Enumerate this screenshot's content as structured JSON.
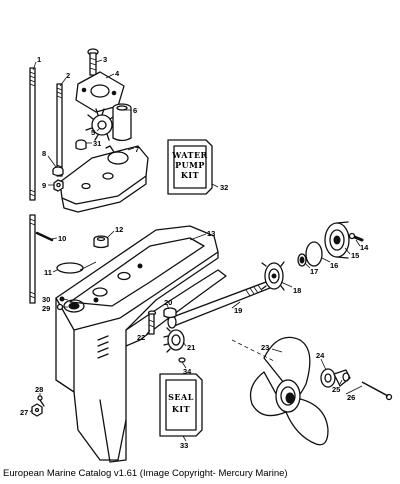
{
  "caption": "European Marine Catalog v1.61 (Image Copyright- Mercury Marine)",
  "kits": {
    "water_pump": [
      "WATER",
      "PUMP",
      "KIT"
    ],
    "seal": [
      "SEAL",
      "KIT"
    ]
  },
  "callouts": {
    "n1": "1",
    "n2": "2",
    "n3": "3",
    "n4": "4",
    "n5": "5",
    "n6": "6",
    "n7": "7",
    "n8": "8",
    "n9": "9",
    "n10": "10",
    "n11": "11",
    "n12": "12",
    "n13": "13",
    "n14": "14",
    "n15": "15",
    "n16": "16",
    "n17": "17",
    "n18": "18",
    "n19": "19",
    "n20": "20",
    "n21": "21",
    "n22": "22",
    "n23": "23",
    "n24": "24",
    "n25": "25",
    "n26": "26",
    "n27": "27",
    "n28": "28",
    "n29": "29",
    "n30": "30",
    "n31": "31",
    "n32": "32",
    "n33": "33",
    "n34": "34"
  }
}
